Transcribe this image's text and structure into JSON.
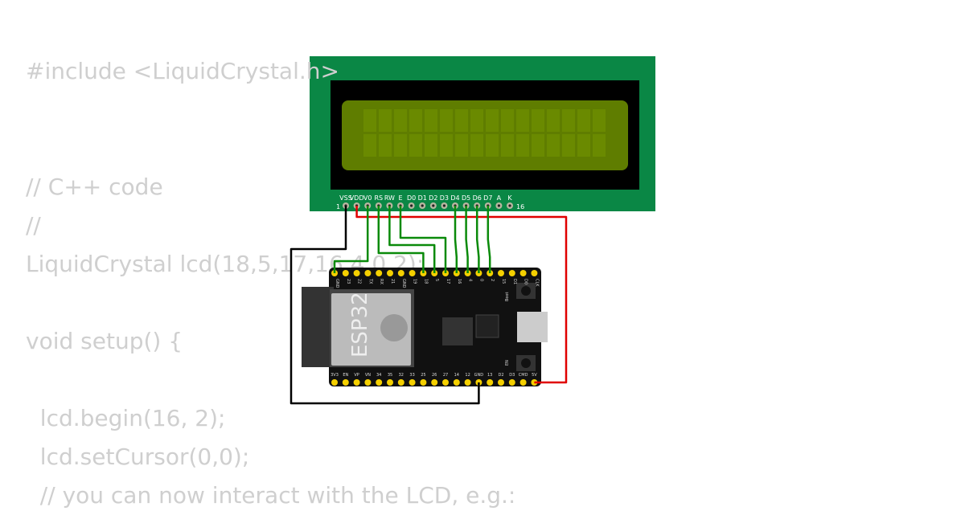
{
  "code_lines": [
    "#include <LiquidCrystal.h>",
    "",
    "",
    "// C++ code",
    "//",
    "LiquidCrystal lcd(18,5,17,16,4,0,2);",
    "",
    "void setup() {",
    "",
    "  lcd.begin(16, 2);",
    "  lcd.setCursor(0,0);",
    "  // you can now interact with the LCD, e.g.:"
  ],
  "lcd": {
    "pins": [
      "VSS",
      "VDD",
      "V0",
      "RS",
      "RW",
      "E",
      "D0",
      "D1",
      "D2",
      "D3",
      "D4",
      "D5",
      "D6",
      "D7",
      "A",
      "K"
    ],
    "first_pin": "1",
    "last_pin": "16",
    "board_color": "#0a8745",
    "screen_color": "#5f7d00"
  },
  "esp32": {
    "chip_label": "ESP32",
    "top_pins": [
      "GND",
      "23",
      "22",
      "TX",
      "RX",
      "21",
      "GND",
      "19",
      "18",
      "5",
      "17",
      "16",
      "4",
      "0",
      "2",
      "15",
      "D1",
      "D0",
      "CLK"
    ],
    "bottom_pins": [
      "3V3",
      "EN",
      "VP",
      "VN",
      "34",
      "35",
      "32",
      "33",
      "25",
      "26",
      "27",
      "14",
      "12",
      "GND",
      "13",
      "D2",
      "D3",
      "CMD",
      "5V"
    ],
    "boot_label": "Boot",
    "en_label": "EN"
  },
  "wire_colors": {
    "gnd": "#000000",
    "power": "#e00000",
    "signal": "#0a8a0a"
  }
}
